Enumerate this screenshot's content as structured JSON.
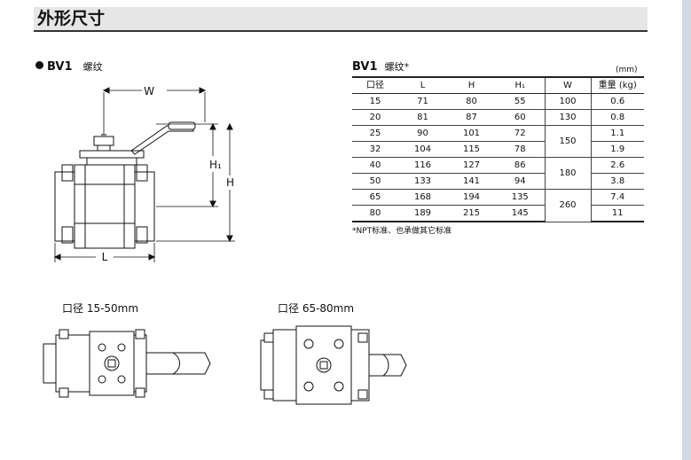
{
  "header": {
    "title": "外形尺寸"
  },
  "left": {
    "model": "BV1",
    "thread_label": "螺纹",
    "dim_w": "W",
    "dim_h1": "H₁",
    "dim_h": "H",
    "dim_l": "L"
  },
  "table": {
    "model": "BV1",
    "thread_label": "螺纹*",
    "unit": "(mm)",
    "headers": [
      "口径",
      "L",
      "H",
      "H₁",
      "W",
      "重量 (kg)"
    ],
    "rows": [
      [
        "15",
        "71",
        "80",
        "55",
        "0.6"
      ],
      [
        "20",
        "81",
        "87",
        "60",
        "0.8"
      ],
      [
        "25",
        "90",
        "101",
        "72",
        "1.1"
      ],
      [
        "32",
        "104",
        "115",
        "78",
        "1.9"
      ],
      [
        "40",
        "116",
        "127",
        "86",
        "2.6"
      ],
      [
        "50",
        "133",
        "141",
        "94",
        "3.8"
      ],
      [
        "65",
        "168",
        "194",
        "135",
        "7.4"
      ],
      [
        "80",
        "189",
        "215",
        "145",
        "11"
      ]
    ],
    "w_values": [
      "100",
      "130",
      "150",
      "180",
      "260"
    ],
    "note": "*NPT标准、也承做其它标准"
  },
  "bottom": {
    "small_label": "口径 15-50mm",
    "large_label": "口径 65-80mm"
  }
}
